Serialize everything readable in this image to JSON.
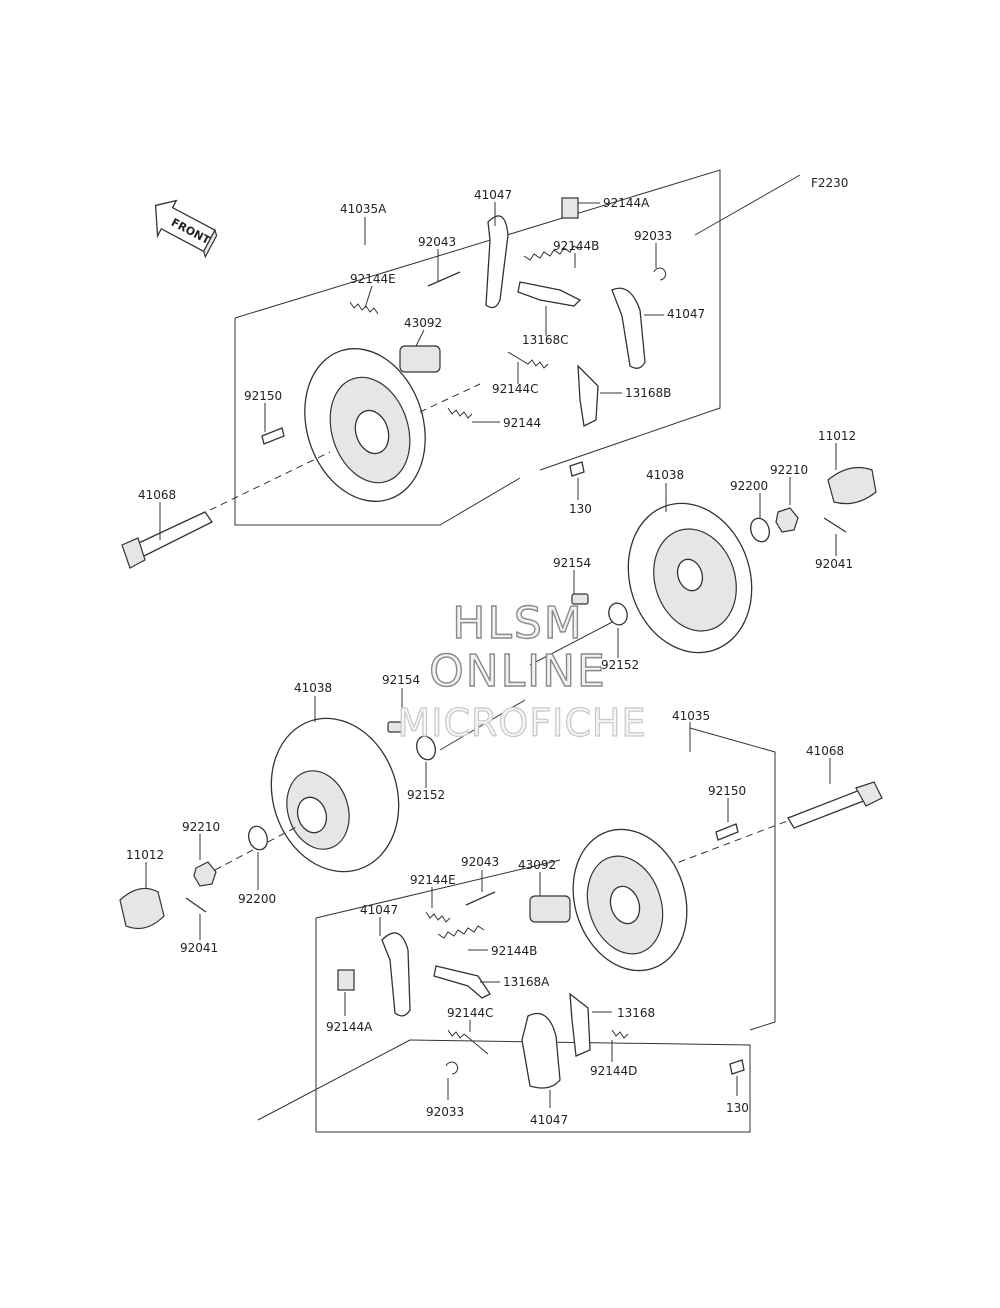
{
  "figure_id": "F2230",
  "front_label": "FRONT",
  "watermark": {
    "line1": "HLSM",
    "line2": "ONLINE",
    "line3": "MICROFICHE"
  },
  "labels": {
    "upper_41035A": "41035A",
    "upper_41047_a": "41047",
    "upper_92144A": "92144A",
    "upper_92043": "92043",
    "upper_92144B": "92144B",
    "upper_92033": "92033",
    "upper_92144E": "92144E",
    "upper_43092": "43092",
    "upper_13168C": "13168C",
    "upper_41047_b": "41047",
    "upper_92144C": "92144C",
    "upper_13168B": "13168B",
    "upper_92150": "92150",
    "upper_92144": "92144",
    "upper_41068": "41068",
    "upper_130": "130",
    "upper_41038": "41038",
    "upper_92200": "92200",
    "upper_92210": "92210",
    "upper_11012": "11012",
    "upper_92041": "92041",
    "upper_92154": "92154",
    "upper_92152": "92152",
    "lower_41038": "41038",
    "lower_92154": "92154",
    "lower_41035": "41035",
    "lower_41068": "41068",
    "lower_92152": "92152",
    "lower_92210": "92210",
    "lower_11012": "11012",
    "lower_92200": "92200",
    "lower_92041": "92041",
    "lower_92150": "92150",
    "lower_92043": "92043",
    "lower_92144E": "92144E",
    "lower_43092": "43092",
    "lower_41047_a": "41047",
    "lower_92144B": "92144B",
    "lower_13168A": "13168A",
    "lower_92144A": "92144A",
    "lower_92144C": "92144C",
    "lower_13168": "13168",
    "lower_92144D": "92144D",
    "lower_92033": "92033",
    "lower_41047_b": "41047",
    "lower_130": "130"
  }
}
